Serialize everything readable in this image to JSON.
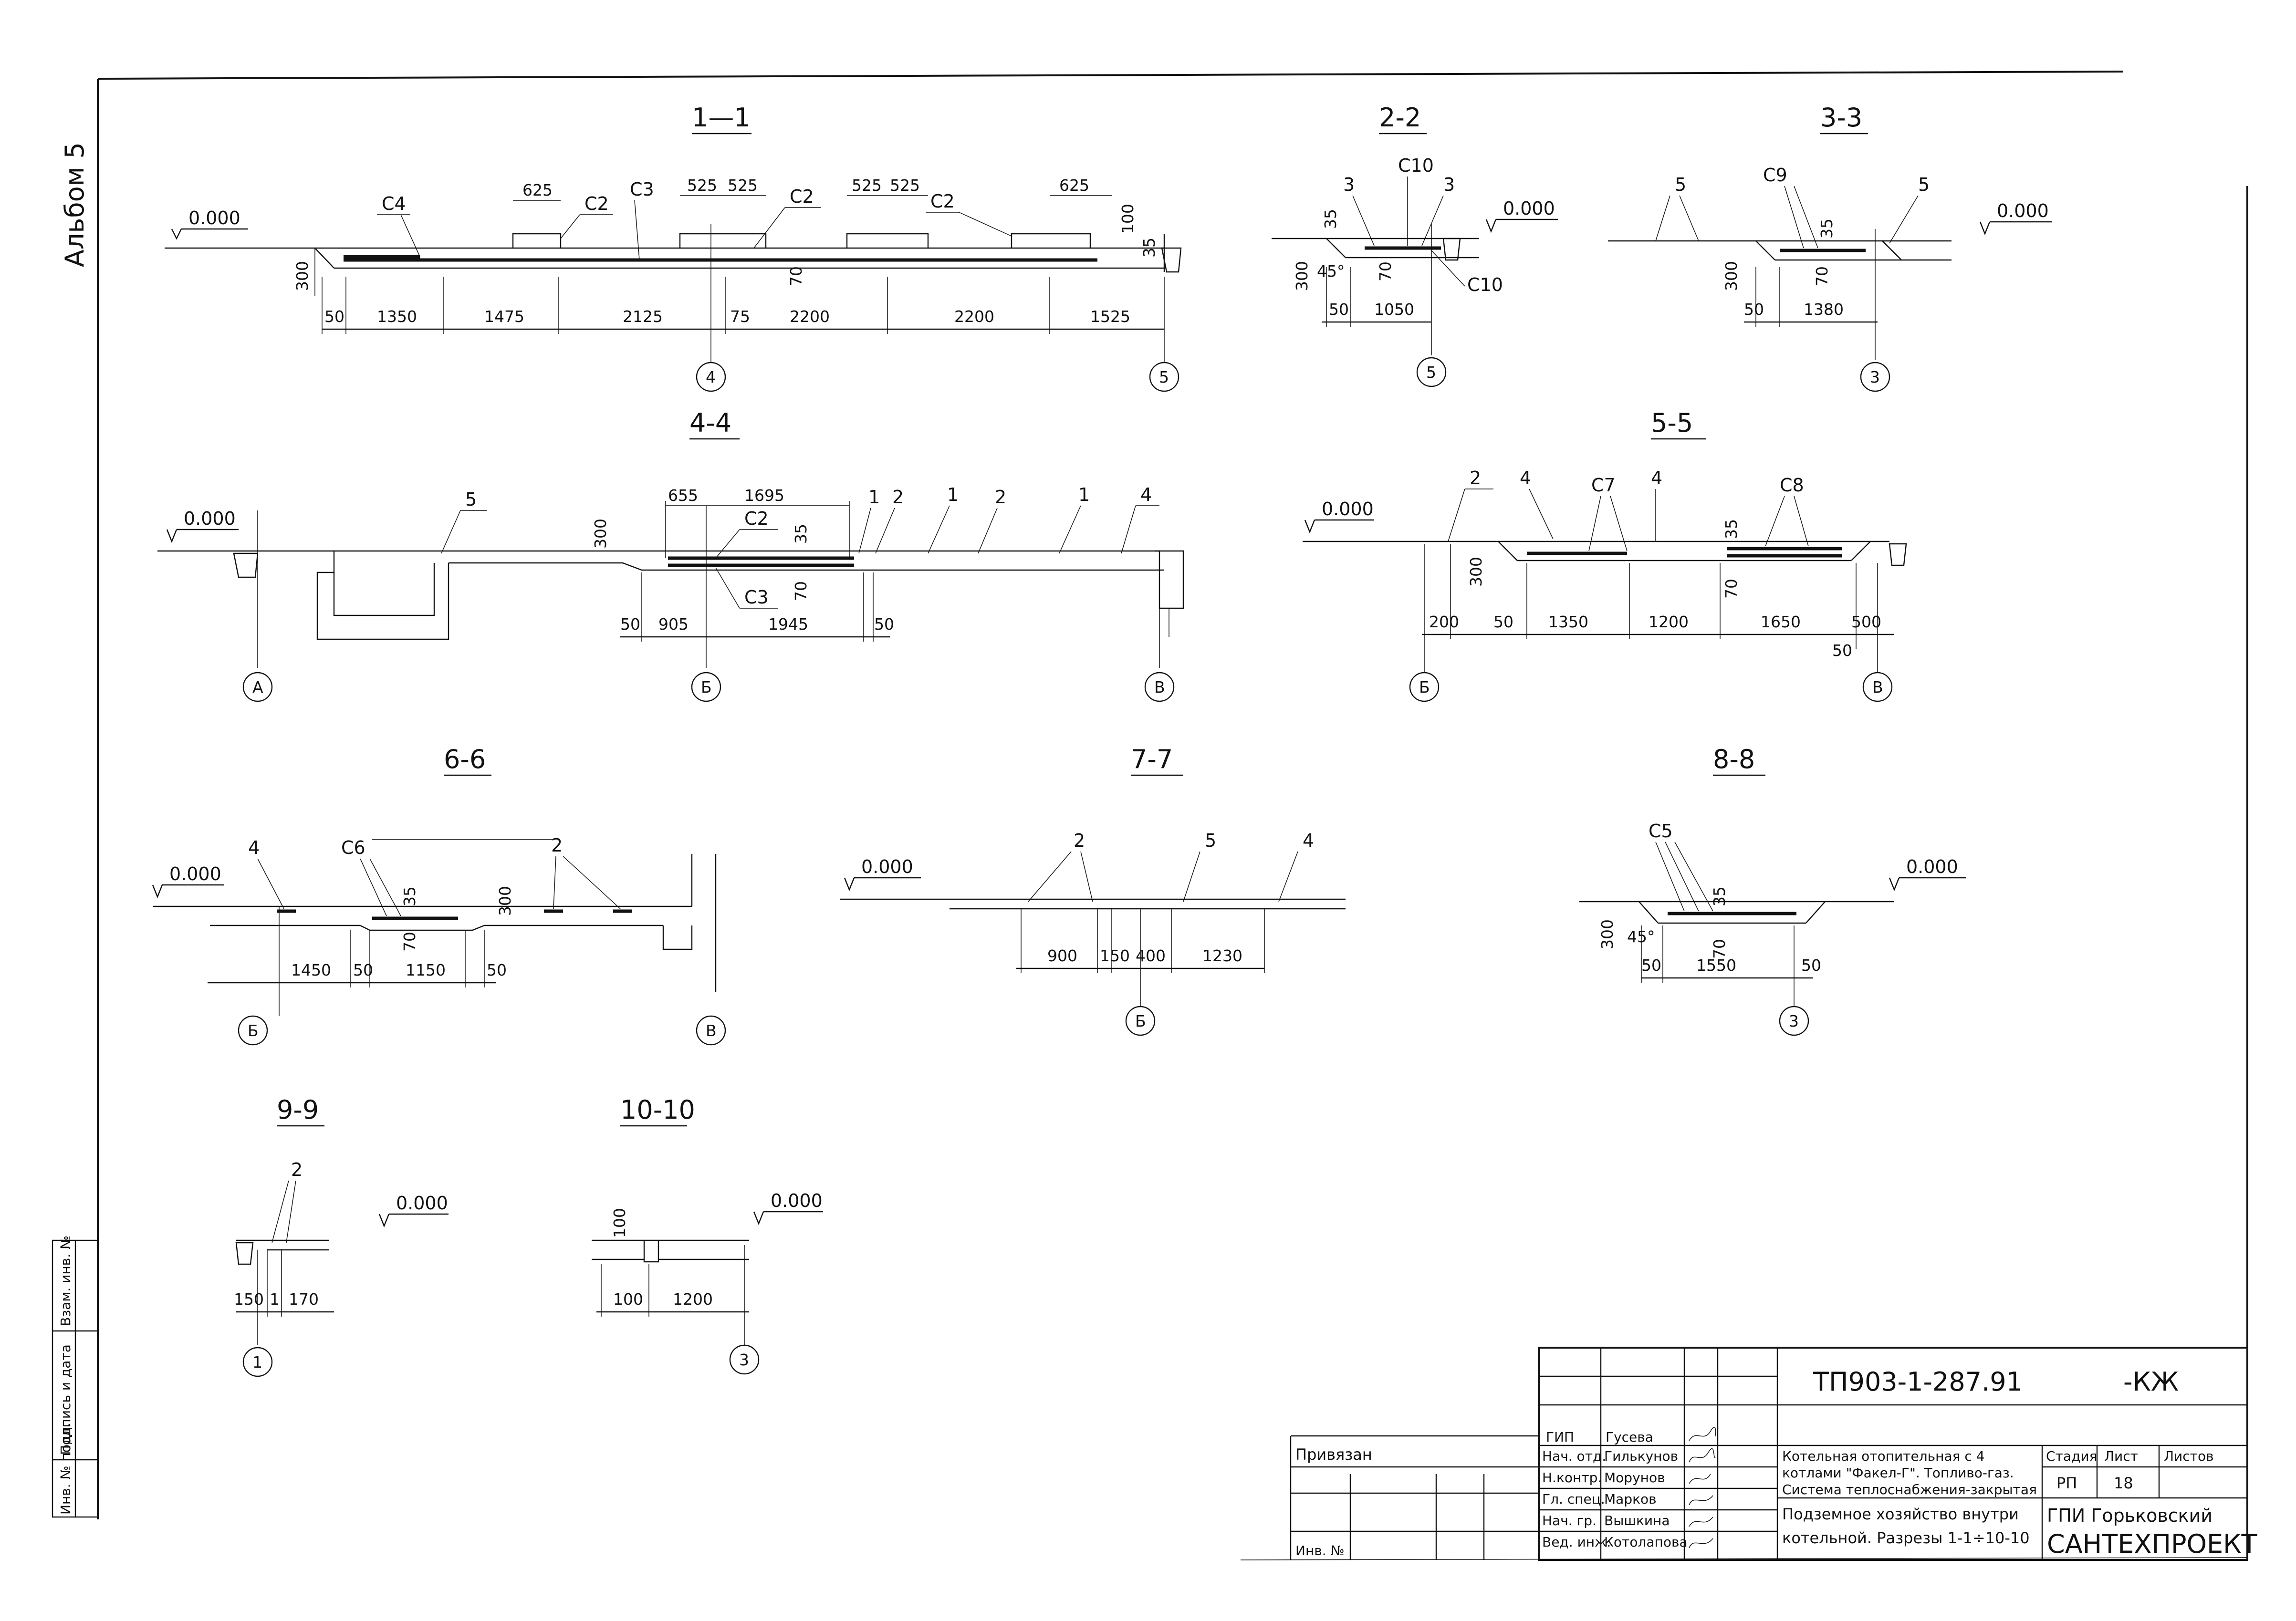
{
  "album": "Альбом 5",
  "level": "0.000",
  "sections": {
    "s1": {
      "title": "1—1",
      "dims": [
        "50",
        "1350",
        "1475",
        "2125",
        "75",
        "2200",
        "2200",
        "1525"
      ],
      "top_dims": [
        "625",
        "525",
        "525",
        "525",
        "525",
        "625"
      ],
      "side": {
        "d300": "300",
        "d100": "100",
        "d35": "35",
        "d70": "70"
      },
      "labels": [
        "С4",
        "С2",
        "С3",
        "С2",
        "С2"
      ],
      "axes": [
        "4",
        "5"
      ]
    },
    "s2": {
      "title": "2-2",
      "dims": [
        "50",
        "1050"
      ],
      "side": {
        "d35": "35",
        "d300": "300",
        "d45": "45°",
        "d70": "70"
      },
      "labels": [
        "3",
        "С10",
        "3",
        "С10"
      ],
      "axes": [
        "5"
      ]
    },
    "s3": {
      "title": "3-3",
      "dims": [
        "50",
        "1380"
      ],
      "side": {
        "d300": "300",
        "d35": "35",
        "d70": "70"
      },
      "labels": [
        "5",
        "С9",
        "5"
      ],
      "axes": [
        "3"
      ]
    },
    "s4": {
      "title": "4-4",
      "dims": [
        "50",
        "905",
        "1945",
        "50"
      ],
      "top_dims": [
        "655",
        "1695"
      ],
      "side": {
        "d300": "300",
        "d35": "35",
        "d70": "70"
      },
      "labels": [
        "5",
        "С2",
        "С3",
        "1",
        "2",
        "1",
        "2",
        "1",
        "4"
      ],
      "axes": [
        "А",
        "Б",
        "В"
      ]
    },
    "s5": {
      "title": "5-5",
      "dims": [
        "200",
        "50",
        "1350",
        "1200",
        "1650",
        "500",
        "50"
      ],
      "side": {
        "d300": "300",
        "d35": "35",
        "d70": "70"
      },
      "labels": [
        "2",
        "4",
        "С7",
        "4",
        "С8"
      ],
      "axes": [
        "Б",
        "В"
      ]
    },
    "s6": {
      "title": "6-6",
      "dims": [
        "1450",
        "50",
        "1150",
        "50"
      ],
      "side": {
        "d35": "35",
        "d300": "300",
        "d70": "70"
      },
      "labels": [
        "4",
        "С6",
        "2"
      ],
      "axes": [
        "Б",
        "В"
      ]
    },
    "s7": {
      "title": "7-7",
      "dims": [
        "900",
        "150",
        "400",
        "1230"
      ],
      "labels": [
        "2",
        "5",
        "4"
      ],
      "axes": [
        "Б"
      ]
    },
    "s8": {
      "title": "8-8",
      "dims": [
        "50",
        "1550",
        "50"
      ],
      "side": {
        "d300": "300",
        "d45": "45°",
        "d35": "35",
        "d70": "70"
      },
      "labels": [
        "С5"
      ],
      "axes": [
        "3"
      ]
    },
    "s9": {
      "title": "9-9",
      "dims": [
        "150",
        "1",
        "170"
      ],
      "labels": [
        "2"
      ],
      "axes": [
        "1"
      ]
    },
    "s10": {
      "title": "10-10",
      "dims": [
        "100",
        "1200"
      ],
      "side": {
        "d100": "100"
      },
      "axes": [
        "3"
      ]
    }
  },
  "side_stamp": [
    "Инв. № подл.",
    "Подпись и дата",
    "Взам. инв. №"
  ],
  "title_block": {
    "code": "ТП903-1-287.91",
    "mark": "-КЖ",
    "privyazan": "Привязан",
    "inv": "Инв. №",
    "roles": [
      "ГИП",
      "Нач. отд.",
      "Н.контр.",
      "Гл. спец.",
      "Нач. гр.",
      "Вед. инж."
    ],
    "names": [
      "Гусева",
      "Гилькунов",
      "Морунов",
      "Марков",
      "Вышкина",
      "Котолапова"
    ],
    "project_lines": [
      "Котельная отопительная с 4",
      "котлами \"Факел-Г\". Топливо-газ.",
      "Система теплоснабжения-закрытая"
    ],
    "sheet_title_lines": [
      "Подземное хозяйство внутри",
      "котельной. Разрезы 1-1÷10-10"
    ],
    "stage_label": "Стадия",
    "sheet_label": "Лист",
    "sheets_label": "Листов",
    "stage": "РП",
    "sheet": "18",
    "org_lines": [
      "ГПИ Горьковский",
      "САНТЕХПРОЕКТ"
    ]
  }
}
